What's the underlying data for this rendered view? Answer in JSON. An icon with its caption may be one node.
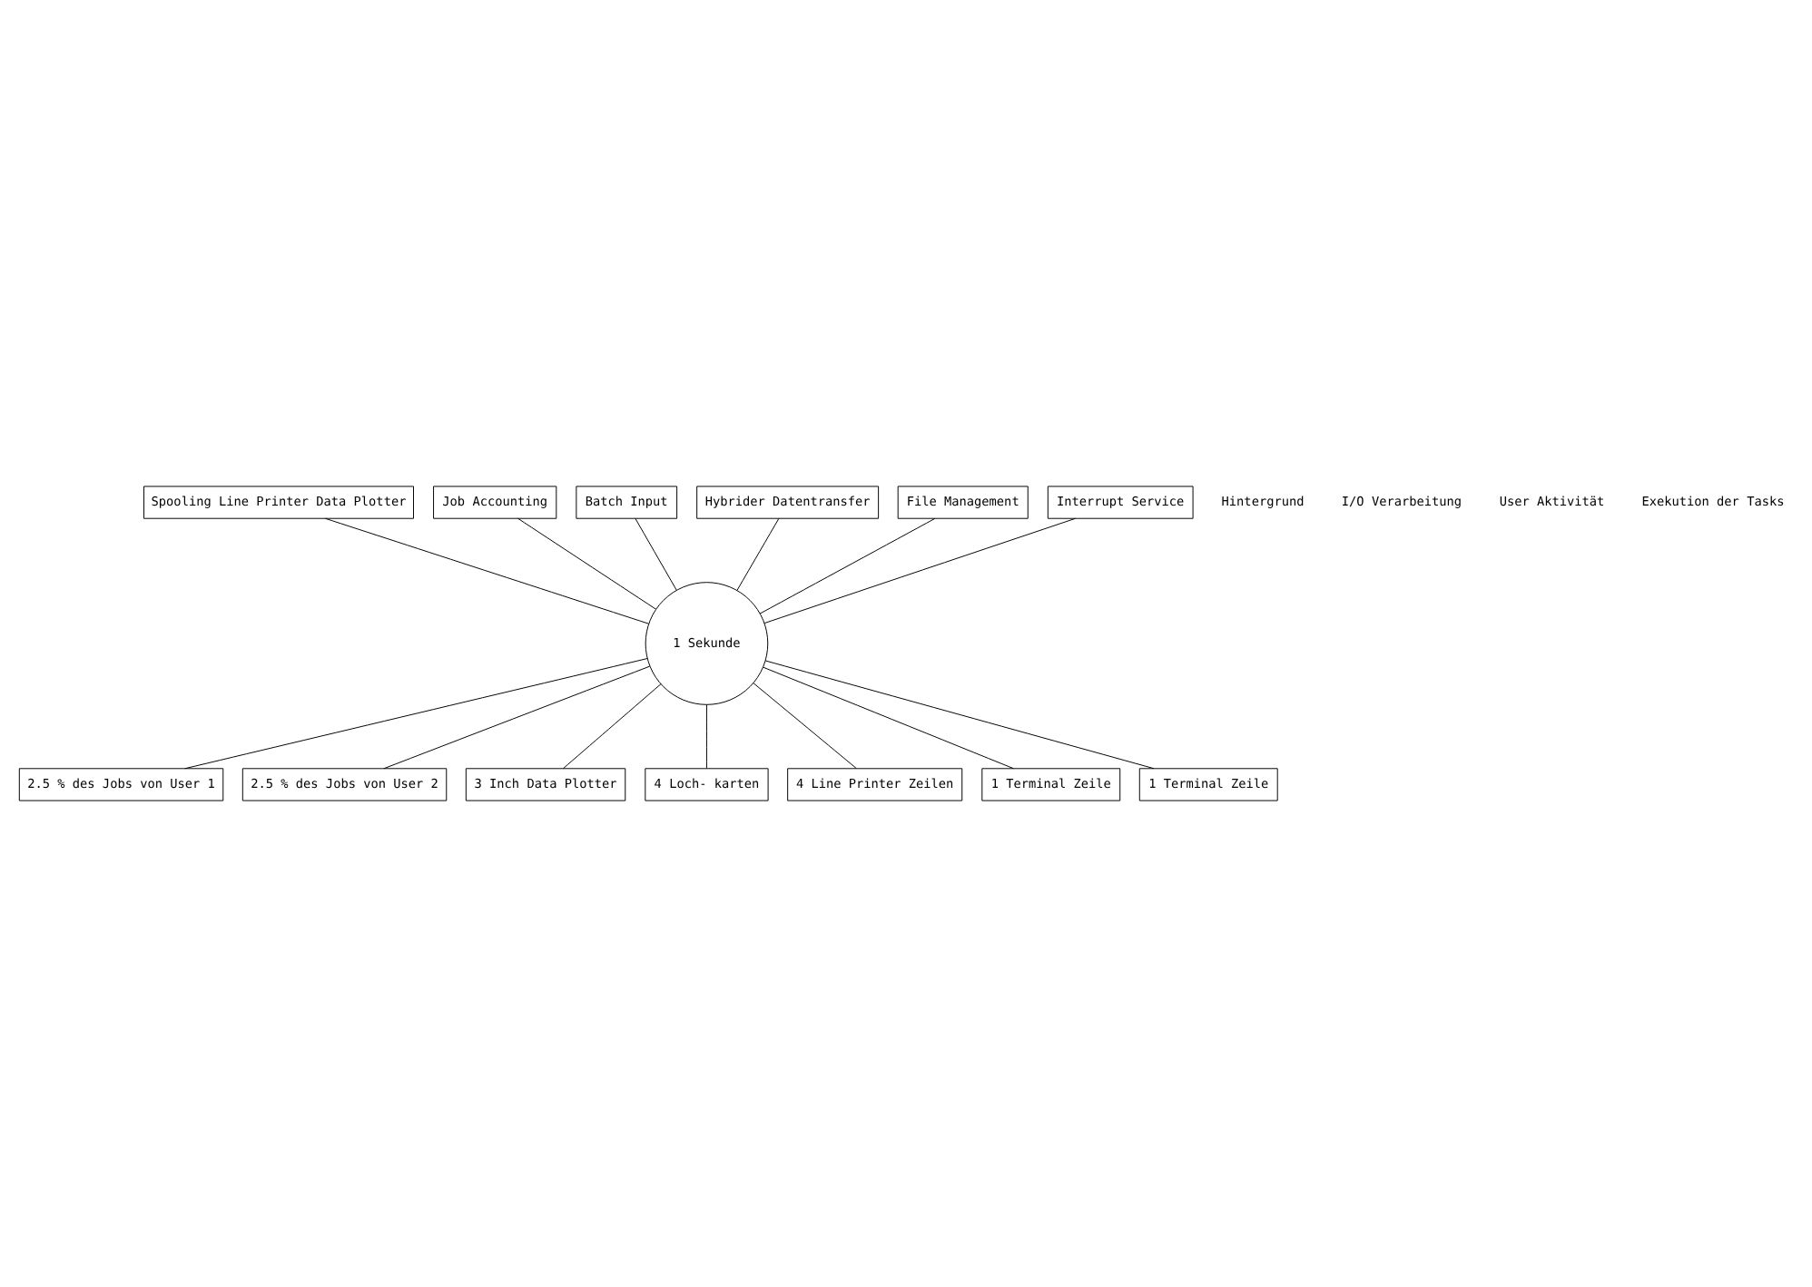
{
  "diagram": {
    "nodes": [
      {
        "text": [
          "1 Sekunde"
        ]
      },
      {
        "text": [
          "Spooling Line Printer Data Plotter"
        ]
      },
      {
        "text": [
          "Job Accounting"
        ]
      },
      {
        "text": [
          "Batch Input"
        ]
      },
      {
        "text": [
          "Hybrider Datentransfer"
        ]
      },
      {
        "text": [
          "File Management"
        ]
      },
      {
        "text": [
          "Interrupt Service"
        ]
      },
      {
        "text": [
          "2.5 % des Jobs von User 1"
        ]
      },
      {
        "text": [
          "2.5 % des Jobs von User 2"
        ]
      },
      {
        "text": [
          "3 Inch Data Plotter"
        ]
      },
      {
        "text": [
          "4 Loch- karten"
        ]
      },
      {
        "text": [
          "4 Line Printer Zeilen"
        ]
      },
      {
        "text": [
          "1 Terminal Zeile"
        ]
      },
      {
        "text": [
          "1 Terminal Zeile"
        ]
      }
    ],
    "edges": [
      {
        "from": 1,
        "to": 0,
        "arrow": "none"
      },
      {
        "from": 2,
        "to": 0,
        "arrow": "none"
      },
      {
        "from": 3,
        "to": 0,
        "arrow": "none"
      },
      {
        "from": 4,
        "to": 0,
        "arrow": "none"
      },
      {
        "from": 5,
        "to": 0,
        "arrow": "none"
      },
      {
        "from": 6,
        "to": 0,
        "arrow": "none"
      },
      {
        "from": 0,
        "to": 7,
        "arrow": "none"
      },
      {
        "from": 0,
        "to": 8,
        "arrow": "none"
      },
      {
        "from": 0,
        "to": 9,
        "arrow": "none"
      },
      {
        "from": 0,
        "to": 10,
        "arrow": "none"
      },
      {
        "from": 0,
        "to": 11,
        "arrow": "none"
      },
      {
        "from": 0,
        "to": 12,
        "arrow": "none"
      },
      {
        "from": 0,
        "to": 13,
        "arrow": "none"
      }
    ],
    "labels": [
      "Hintergrund",
      "I/O Verarbeitung",
      "User Aktivität",
      "Exekution der Tasks"
    ]
  }
}
